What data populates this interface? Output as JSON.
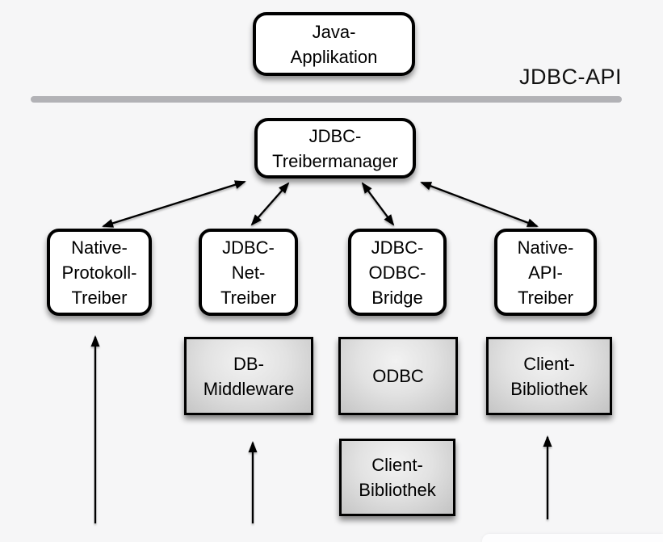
{
  "diagram": {
    "api_label": "JDBC-API",
    "nodes": {
      "java_app": "Java-\nApplikation",
      "treibermanager": "JDBC-\nTreibermanager",
      "native_protokoll": "Native-\nProtokoll-\nTreiber",
      "jdbc_net": "JDBC-\nNet-\nTreiber",
      "jdbc_odbc": "JDBC-\nODBC-\nBridge",
      "native_api": "Native-\nAPI-\nTreiber",
      "db_middleware": "DB-\nMiddleware",
      "odbc": "ODBC",
      "client_bibliothek_odbc": "Client-\nBibliothek",
      "client_bibliothek_native": "Client-\nBibliothek"
    },
    "edges": [
      {
        "from": "treibermanager",
        "to": "native_protokoll",
        "bidirectional": true
      },
      {
        "from": "treibermanager",
        "to": "jdbc_net",
        "bidirectional": true
      },
      {
        "from": "treibermanager",
        "to": "jdbc_odbc",
        "bidirectional": true
      },
      {
        "from": "treibermanager",
        "to": "native_api",
        "bidirectional": true
      },
      {
        "from": "bottom",
        "to": "native_protokoll",
        "bidirectional": false
      },
      {
        "from": "bottom",
        "to": "db_middleware",
        "bidirectional": false
      },
      {
        "from": "bottom",
        "to": "client_bibliothek_native",
        "bidirectional": false
      }
    ],
    "colors": {
      "background": "#f6f6f7",
      "box_border": "#000000",
      "white_box_fill": "#ffffff",
      "gray_box_fill_light": "#f2f2f2",
      "gray_box_fill_dark": "#c3c3c3",
      "separator_line": "#b2b2b6",
      "arrow": "#000000",
      "text": "#000000"
    }
  }
}
